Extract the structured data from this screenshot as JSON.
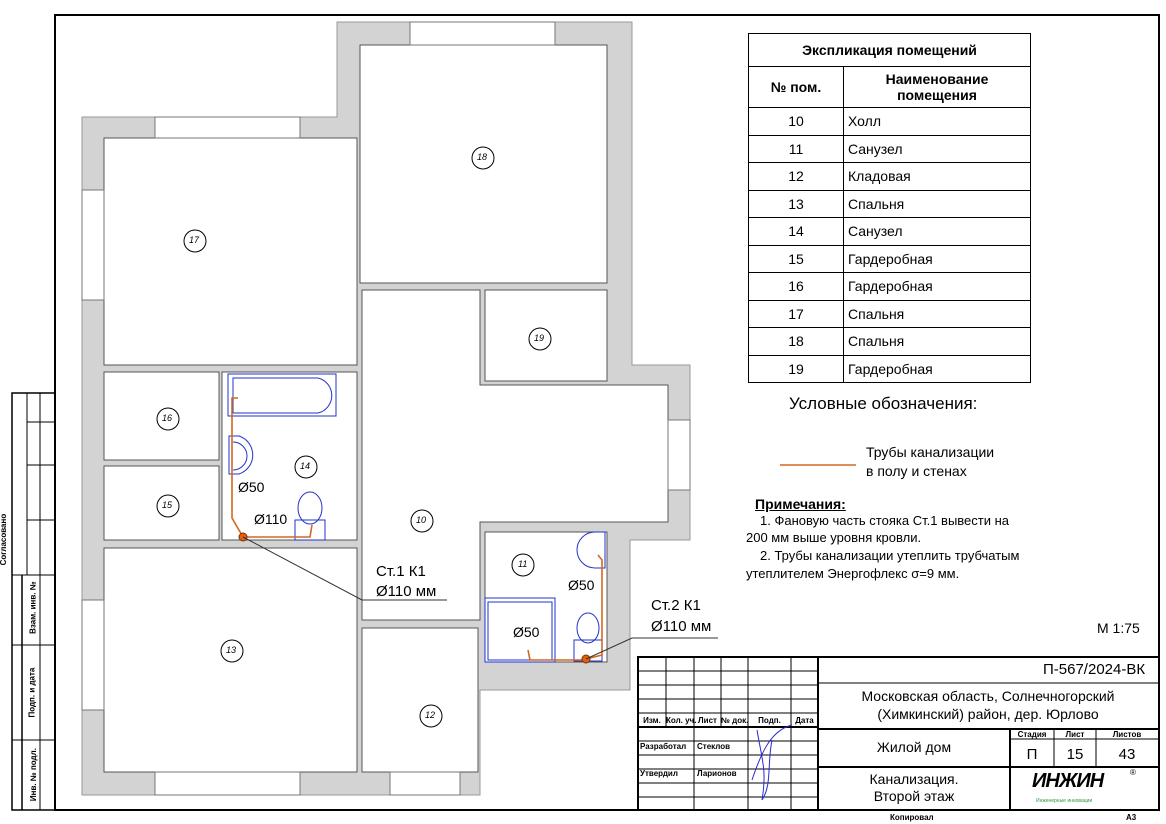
{
  "explication": {
    "title": "Экспликация помещений",
    "col_num": "№ пом.",
    "col_name": "Наименование помещения",
    "rows": [
      {
        "num": "10",
        "name": "Холл"
      },
      {
        "num": "11",
        "name": "Санузел"
      },
      {
        "num": "12",
        "name": "Кладовая"
      },
      {
        "num": "13",
        "name": "Спальня"
      },
      {
        "num": "14",
        "name": "Санузел"
      },
      {
        "num": "15",
        "name": "Гардеробная"
      },
      {
        "num": "16",
        "name": "Гардеробная"
      },
      {
        "num": "17",
        "name": "Спальня"
      },
      {
        "num": "18",
        "name": "Спальня"
      },
      {
        "num": "19",
        "name": "Гардеробная"
      }
    ]
  },
  "legend": {
    "title": "Условные обозначения:",
    "item_line1": "Трубы канализации",
    "item_line2": "в полу и стенах",
    "pipe_color": "#d2691e"
  },
  "notes": {
    "title": "Примечания:",
    "lines": [
      "1.    Фановую часть стояка Ст.1   вывести на",
      "200 мм выше уровня кровли.",
      "2.    Трубы канализации утеплить трубчатым",
      "утеплителем Энергофлекс σ=9 мм."
    ]
  },
  "scale": "М 1:75",
  "plan": {
    "rooms": [
      "17",
      "18",
      "19",
      "16",
      "14",
      "15",
      "10",
      "11",
      "13",
      "12"
    ],
    "riser1_line1": "Ст.1 К1",
    "riser1_line2": "Ø110 мм",
    "riser2_line1": "Ст.2 К1",
    "riser2_line2": "Ø110 мм",
    "pipe_labels": [
      "Ø50",
      "Ø110",
      "Ø50",
      "Ø50"
    ]
  },
  "stamp_left": {
    "agreed": "Согласовано",
    "inv_replace": "Взам. инв. №",
    "sign_date": "Подп. и дата",
    "inv_orig": "Инв. № подл."
  },
  "title_block": {
    "code": "П-567/2024-ВК",
    "address_line1": "Московская область, Солнечногорский",
    "address_line2": "(Химкинский) район, дер. Юрлово",
    "headers": [
      "Изм.",
      "Кол. уч.",
      "Лист",
      "№ док.",
      "Подп.",
      "Дата"
    ],
    "developed_label": "Разработал",
    "developed_name": "Стеклов",
    "approved_label": "Утвердил",
    "approved_name": "Ларионов",
    "object": "Жилой дом",
    "stage_label": "Стадия",
    "sheet_label": "Лист",
    "sheets_label": "Листов",
    "stage": "П",
    "sheet": "15",
    "sheets": "43",
    "drawing_line1": "Канализация.",
    "drawing_line2": "Второй этаж",
    "logo": "ИНЖИН",
    "logo_sub": "Инженерные инновации",
    "copied": "Копировал",
    "format": "А3"
  }
}
